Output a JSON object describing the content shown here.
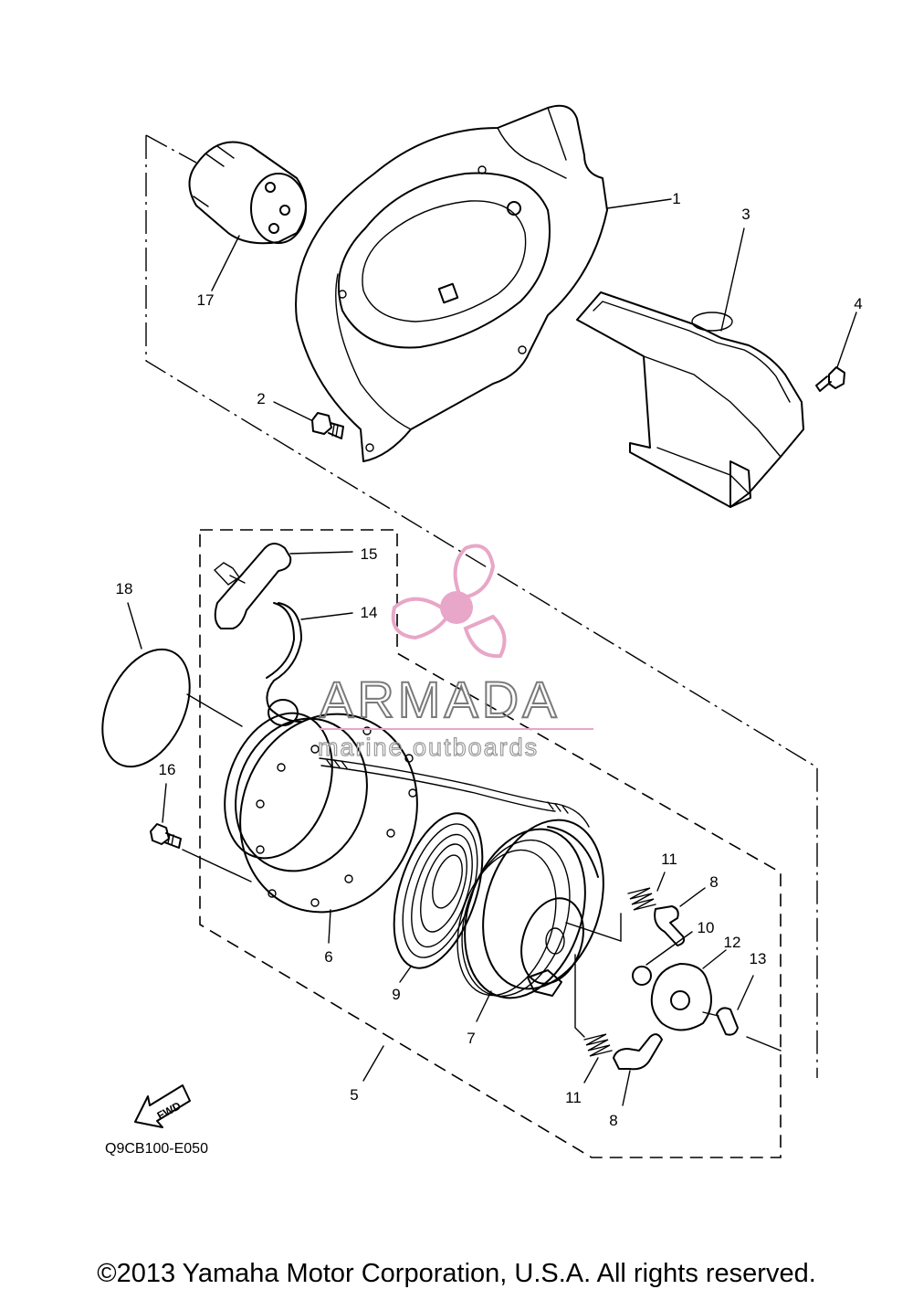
{
  "diagram": {
    "part_labels": [
      "1",
      "2",
      "3",
      "4",
      "5",
      "6",
      "7",
      "8",
      "8",
      "9",
      "10",
      "11",
      "11",
      "12",
      "13",
      "14",
      "15",
      "16",
      "17",
      "18"
    ],
    "drawing_code": "Q9CB100-E050",
    "fwd_label": "FWD"
  },
  "watermark": {
    "name": "ARMADA",
    "tagline": "marine outboards",
    "accent_color": "#e8a6c8"
  },
  "footer": {
    "copyright": "©2013 Yamaha Motor Corporation, U.S.A. All rights reserved."
  }
}
